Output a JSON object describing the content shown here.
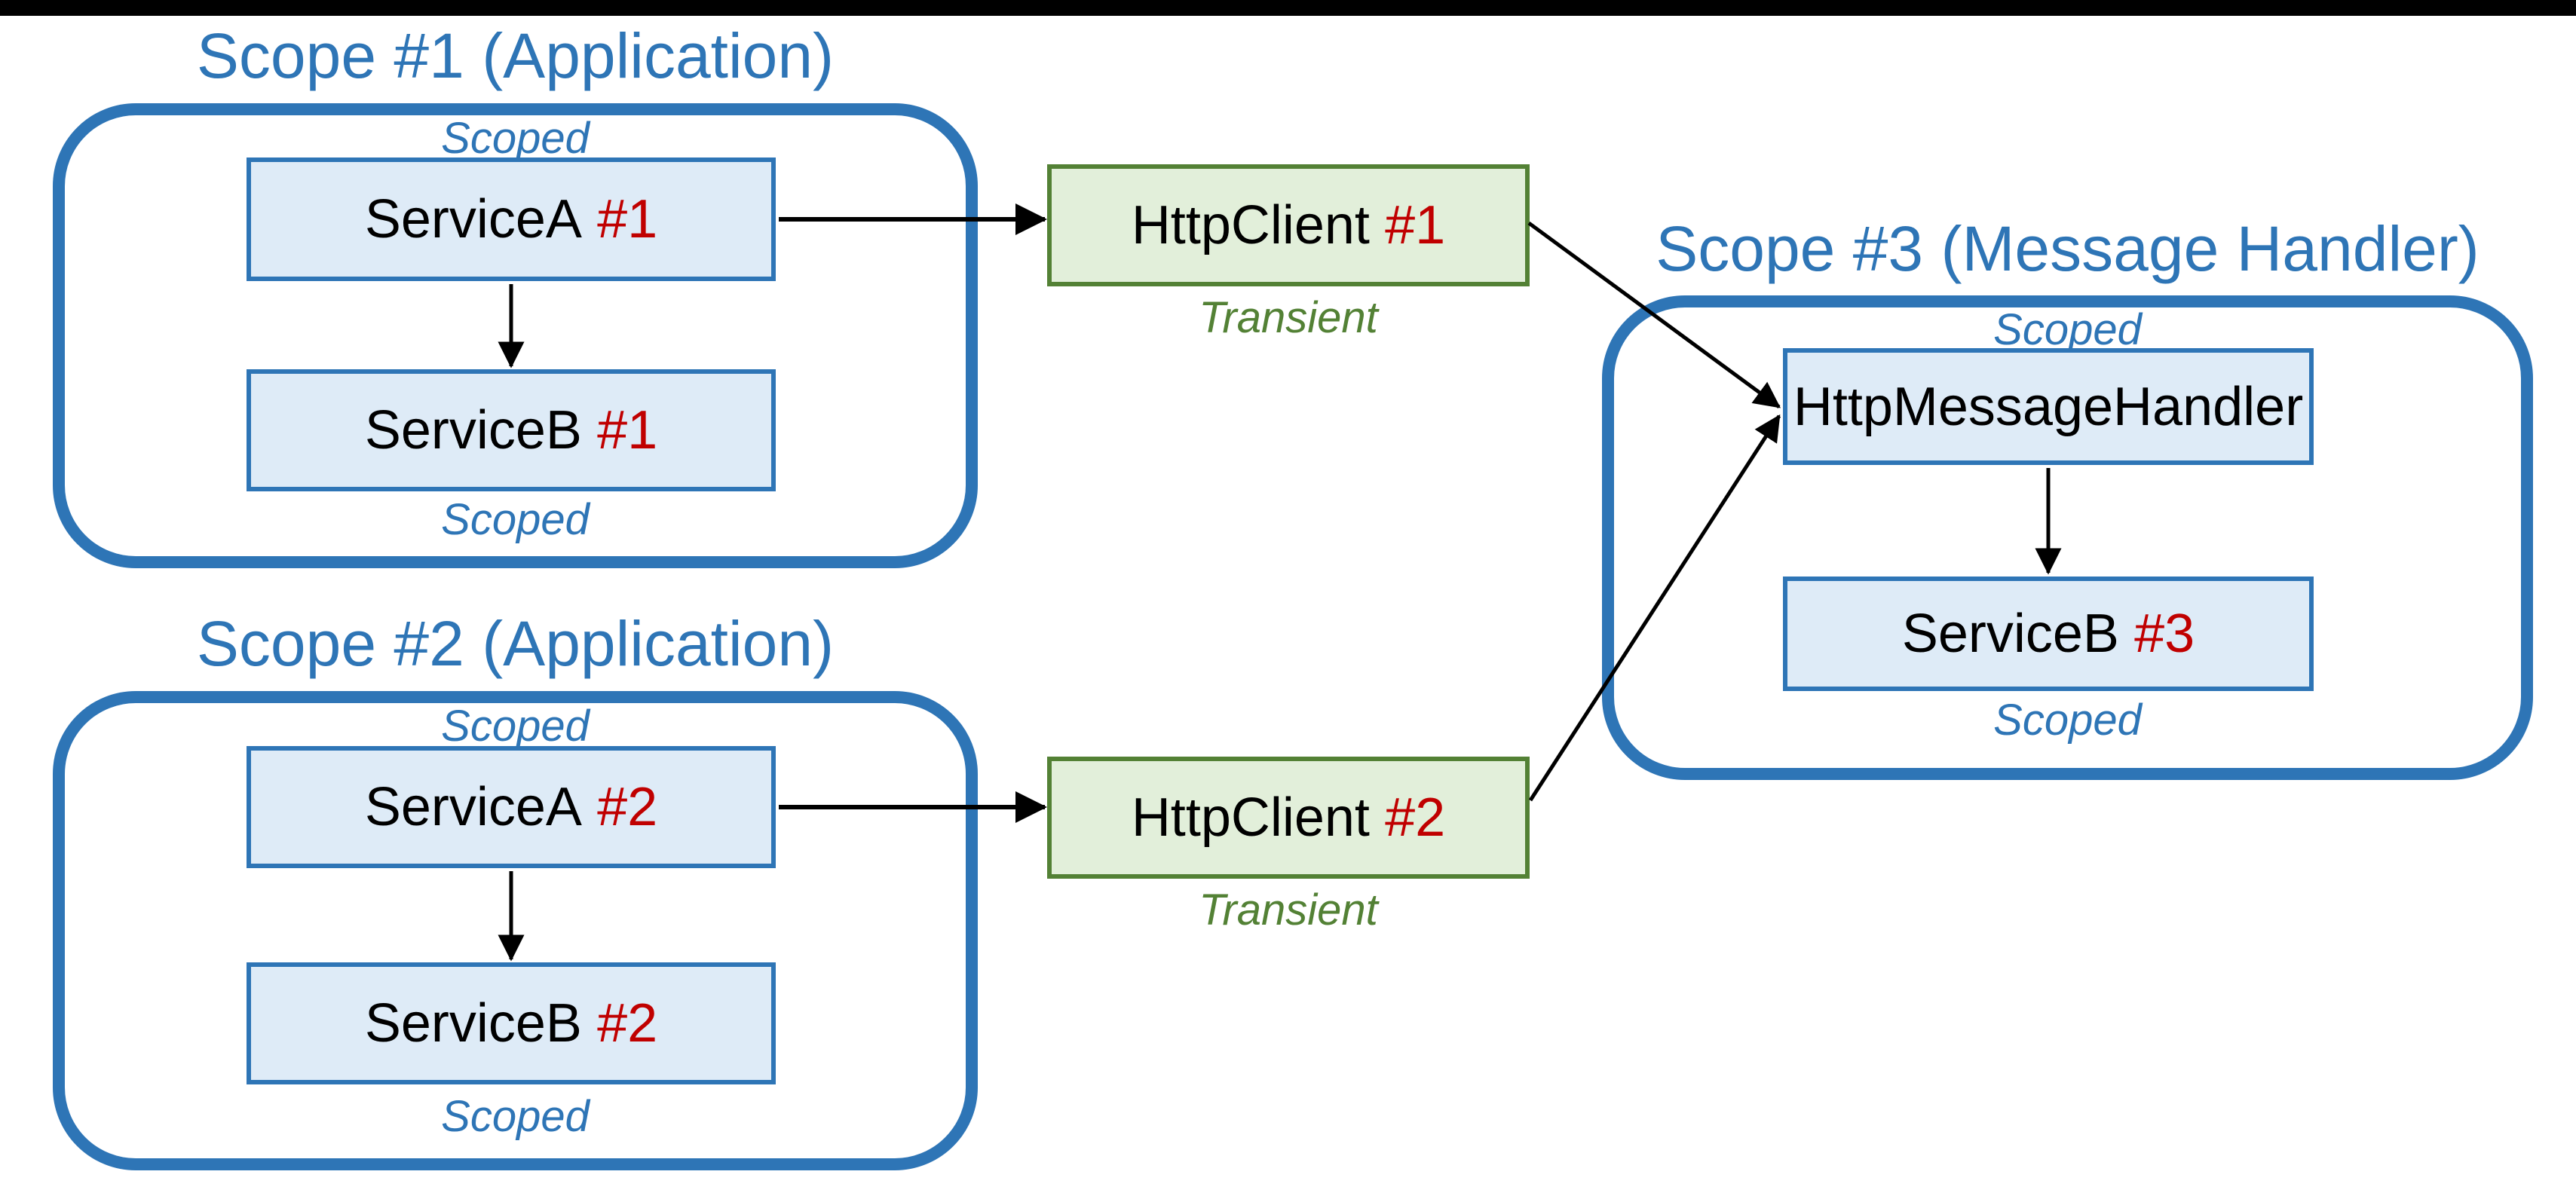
{
  "diagram": {
    "description_labels": {
      "scoped": "Scoped",
      "transient": "Transient"
    }
  },
  "scopes": [
    {
      "title": "Scope #1 (Application)",
      "top_label": "Scoped",
      "bottom_label": "Scoped",
      "boxes": [
        {
          "name": "ServiceA",
          "instance": "#1"
        },
        {
          "name": "ServiceB",
          "instance": "#1"
        }
      ]
    },
    {
      "title": "Scope #2 (Application)",
      "top_label": "Scoped",
      "bottom_label": "Scoped",
      "boxes": [
        {
          "name": "ServiceA",
          "instance": "#2"
        },
        {
          "name": "ServiceB",
          "instance": "#2"
        }
      ]
    },
    {
      "title": "Scope #3 (Message Handler)",
      "top_label": "Scoped",
      "bottom_label": "Scoped",
      "boxes": [
        {
          "name": "HttpMessageHandler",
          "instance": ""
        },
        {
          "name": "ServiceB",
          "instance": "#3"
        }
      ]
    }
  ],
  "clients": [
    {
      "name": "HttpClient",
      "instance": "#1",
      "lifetime_label": "Transient"
    },
    {
      "name": "HttpClient",
      "instance": "#2",
      "lifetime_label": "Transient"
    }
  ],
  "arrows": [
    {
      "from": "ServiceA #1",
      "to": "HttpClient #1"
    },
    {
      "from": "ServiceA #1",
      "to": "ServiceB #1"
    },
    {
      "from": "ServiceA #2",
      "to": "HttpClient #2"
    },
    {
      "from": "ServiceA #2",
      "to": "ServiceB #2"
    },
    {
      "from": "HttpClient #1",
      "to": "HttpMessageHandler"
    },
    {
      "from": "HttpClient #2",
      "to": "HttpMessageHandler"
    },
    {
      "from": "HttpMessageHandler",
      "to": "ServiceB #3"
    }
  ],
  "colors": {
    "scope_accent_blue": "#2E75B6",
    "service_box_fill": "#DEEBF7",
    "client_border_green": "#538135",
    "client_fill_green": "#E2EFDA",
    "transient_text_green": "#538135",
    "instance_text_red": "#C00000",
    "arrow_black": "#000000",
    "letterbox_black": "#000000",
    "background": "#FFFFFF"
  }
}
